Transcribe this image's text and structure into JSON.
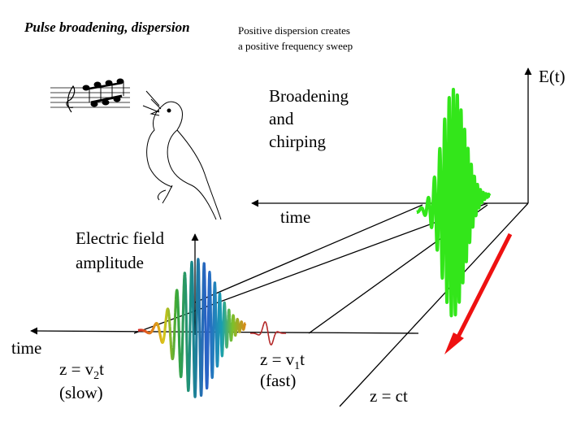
{
  "title": "Pulse broadening, dispersion",
  "caption": [
    "Positive dispersion creates",
    "a positive frequency sweep"
  ],
  "label_et": "E(t)",
  "label_broadening": [
    "Broadening",
    "and",
    "chirping"
  ],
  "label_time_top": "time",
  "label_field": [
    "Electric field",
    "amplitude"
  ],
  "label_time_left": "time",
  "label_z2": {
    "main": "z = v",
    "sub": "2",
    "rest": "t"
  },
  "label_slow": "(slow)",
  "label_z1": {
    "main": "z = v",
    "sub": "1",
    "rest": "t"
  },
  "label_fast": "(fast)",
  "label_zct": "z = ct",
  "colors": {
    "axis": "#000000",
    "chirped_pulse": "#33e61a",
    "propagation_arrow": "#ee1111",
    "clean_pulse": "#b52a2a"
  }
}
